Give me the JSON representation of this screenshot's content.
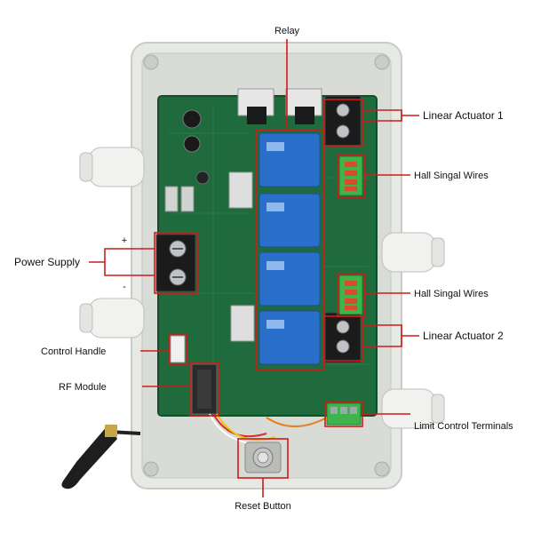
{
  "labels": {
    "relay": "Relay",
    "linear_actuator_1": "Linear Actuator 1",
    "hall_wires_top": "Hall Singal Wires",
    "power_supply": "Power Supply",
    "plus": "+",
    "minus": "-",
    "hall_wires_bottom": "Hall Singal Wires",
    "linear_actuator_2": "Linear Actuator 2",
    "control_handle": "Control Handle",
    "rf_module": "RF Module",
    "limit_control_terminals": "Limit Control Terminals",
    "reset_button": "Reset Button"
  },
  "colors": {
    "annotation": "#d11a1a",
    "enclosure": "#e7e9e5",
    "pcb": "#1f6b3d",
    "relay": "#2a6fc9",
    "terminal_green": "#3db54a"
  }
}
